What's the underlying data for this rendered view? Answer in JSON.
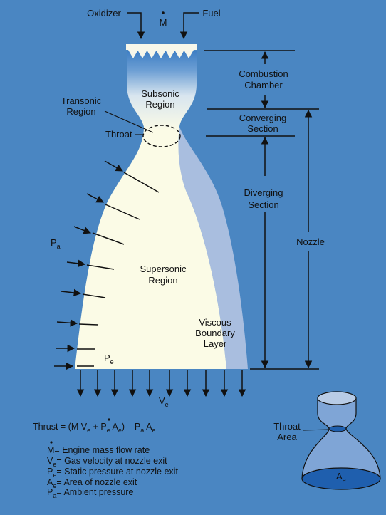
{
  "inputs": {
    "oxidizer": "Oxidizer",
    "fuel": "Fuel",
    "mass_flow_symbol": "M"
  },
  "regions": {
    "subsonic_line1": "Subsonic",
    "subsonic_line2": "Region",
    "transonic_line1": "Transonic",
    "transonic_line2": "Region",
    "throat": "Throat",
    "supersonic_line1": "Supersonic",
    "supersonic_line2": "Region",
    "viscous_line1": "Viscous",
    "viscous_line2": "Boundary",
    "viscous_line3": "Layer"
  },
  "sections": {
    "combustion_line1": "Combustion",
    "combustion_line2": "Chamber",
    "converging_line1": "Converging",
    "converging_line2": "Section",
    "diverging_line1": "Diverging",
    "diverging_line2": "Section",
    "nozzle": "Nozzle"
  },
  "pressure": {
    "ambient_base": "P",
    "ambient_sub": "a",
    "exit_base": "P",
    "exit_sub": "e",
    "exit_velocity_base": "V",
    "exit_velocity_sub": "e"
  },
  "equation": {
    "lhs": "Thrust = (",
    "m": "M",
    "v": "V",
    "v_sub": "e",
    "plus": " + P",
    "p_sub": "e",
    "a": " A",
    "a_sub": "e",
    "mid": ") – P",
    "pa_sub": "a",
    "a2": " A",
    "a2_sub": "e"
  },
  "legend": [
    {
      "base": "M",
      "sub": "",
      "dot": true,
      "desc": "= Engine mass flow rate"
    },
    {
      "base": "V",
      "sub": "e",
      "dot": false,
      "desc": "= Gas velocity at nozzle exit"
    },
    {
      "base": "P",
      "sub": "e",
      "dot": false,
      "desc": "= Static pressure at nozzle exit"
    },
    {
      "base": "A",
      "sub": "e",
      "dot": false,
      "desc": "= Area of nozzle exit"
    },
    {
      "base": "P",
      "sub": "a",
      "dot": false,
      "desc": "= Ambient pressure"
    }
  ],
  "inset": {
    "throat_line1": "Throat",
    "throat_line2": "Area",
    "exit_base": "A",
    "exit_sub": "e"
  },
  "colors": {
    "background": "#4a86c2",
    "chamber_top": "#3f7fc4",
    "gas_light": "#fbfbe6",
    "boundary_layer": "#a9bedf",
    "line": "#111111"
  }
}
